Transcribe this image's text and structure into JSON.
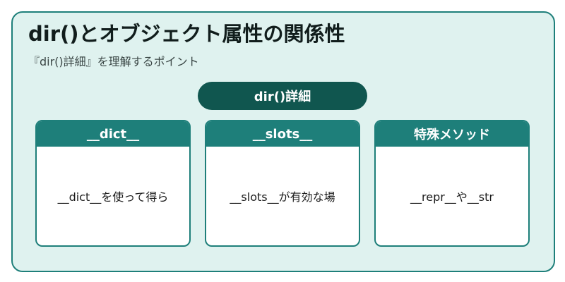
{
  "header": {
    "title": "dir()とオブジェクト属性の関係性",
    "subtitle": "『dir()詳細』を理解するポイント"
  },
  "center_node": {
    "label": "dir()詳細"
  },
  "cards": [
    {
      "header": "__dict__",
      "body": "__dict__を使って得ら"
    },
    {
      "header": "__slots__",
      "body": "__slots__が有効な場"
    },
    {
      "header": "特殊メソッド",
      "body": "__repr__や__str"
    }
  ],
  "colors": {
    "panel_bg": "#dff2ef",
    "accent": "#1e7f7a",
    "pill": "#10564f"
  }
}
